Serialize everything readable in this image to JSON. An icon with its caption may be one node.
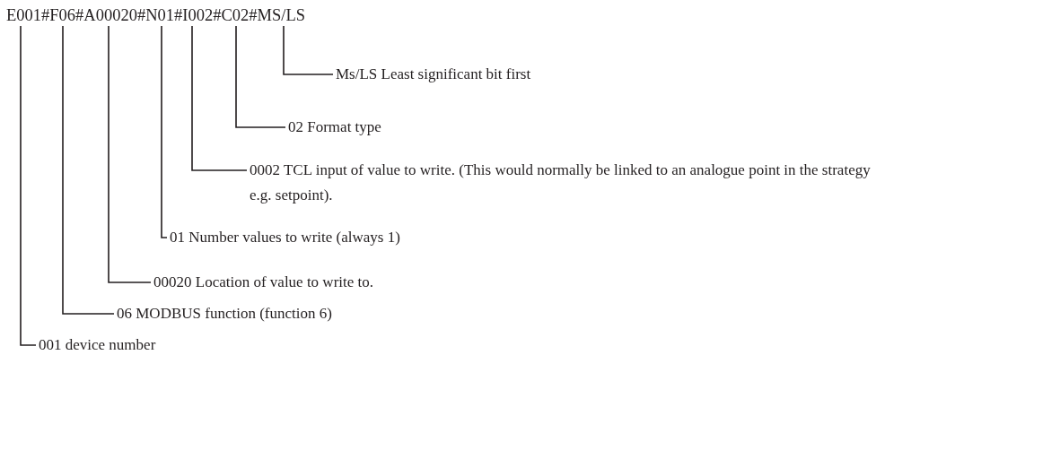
{
  "diagram": {
    "nodes": [
      {
        "text": [
          "E001#F06#A00020#N01#I002#C02#MS/LS"
        ]
      },
      {
        "text": [
          "Ms/LS Least significant bit first"
        ]
      },
      {
        "text": [
          "02 Format type"
        ]
      },
      {
        "text": [
          "0002 TCL input of value to write. (This would normally be linked to an analogue point in the strategy e.g. setpoint)."
        ]
      },
      {
        "text": [
          "01 Number values to write (always 1)"
        ]
      },
      {
        "text": [
          "00020 Location of value to write to."
        ]
      },
      {
        "text": [
          "06 MODBUS function (function 6)"
        ]
      },
      {
        "text": [
          "001 device number"
        ]
      }
    ],
    "edges": [
      {
        "from": 1,
        "to": 0,
        "arrow": "none"
      },
      {
        "from": 2,
        "to": 0,
        "arrow": "none"
      },
      {
        "from": 3,
        "to": 0,
        "arrow": "none"
      },
      {
        "from": 4,
        "to": 0,
        "arrow": "none"
      },
      {
        "from": 5,
        "to": 0,
        "arrow": "none"
      },
      {
        "from": 6,
        "to": 0,
        "arrow": "none"
      },
      {
        "from": 7,
        "to": 0,
        "arrow": "none"
      }
    ]
  }
}
